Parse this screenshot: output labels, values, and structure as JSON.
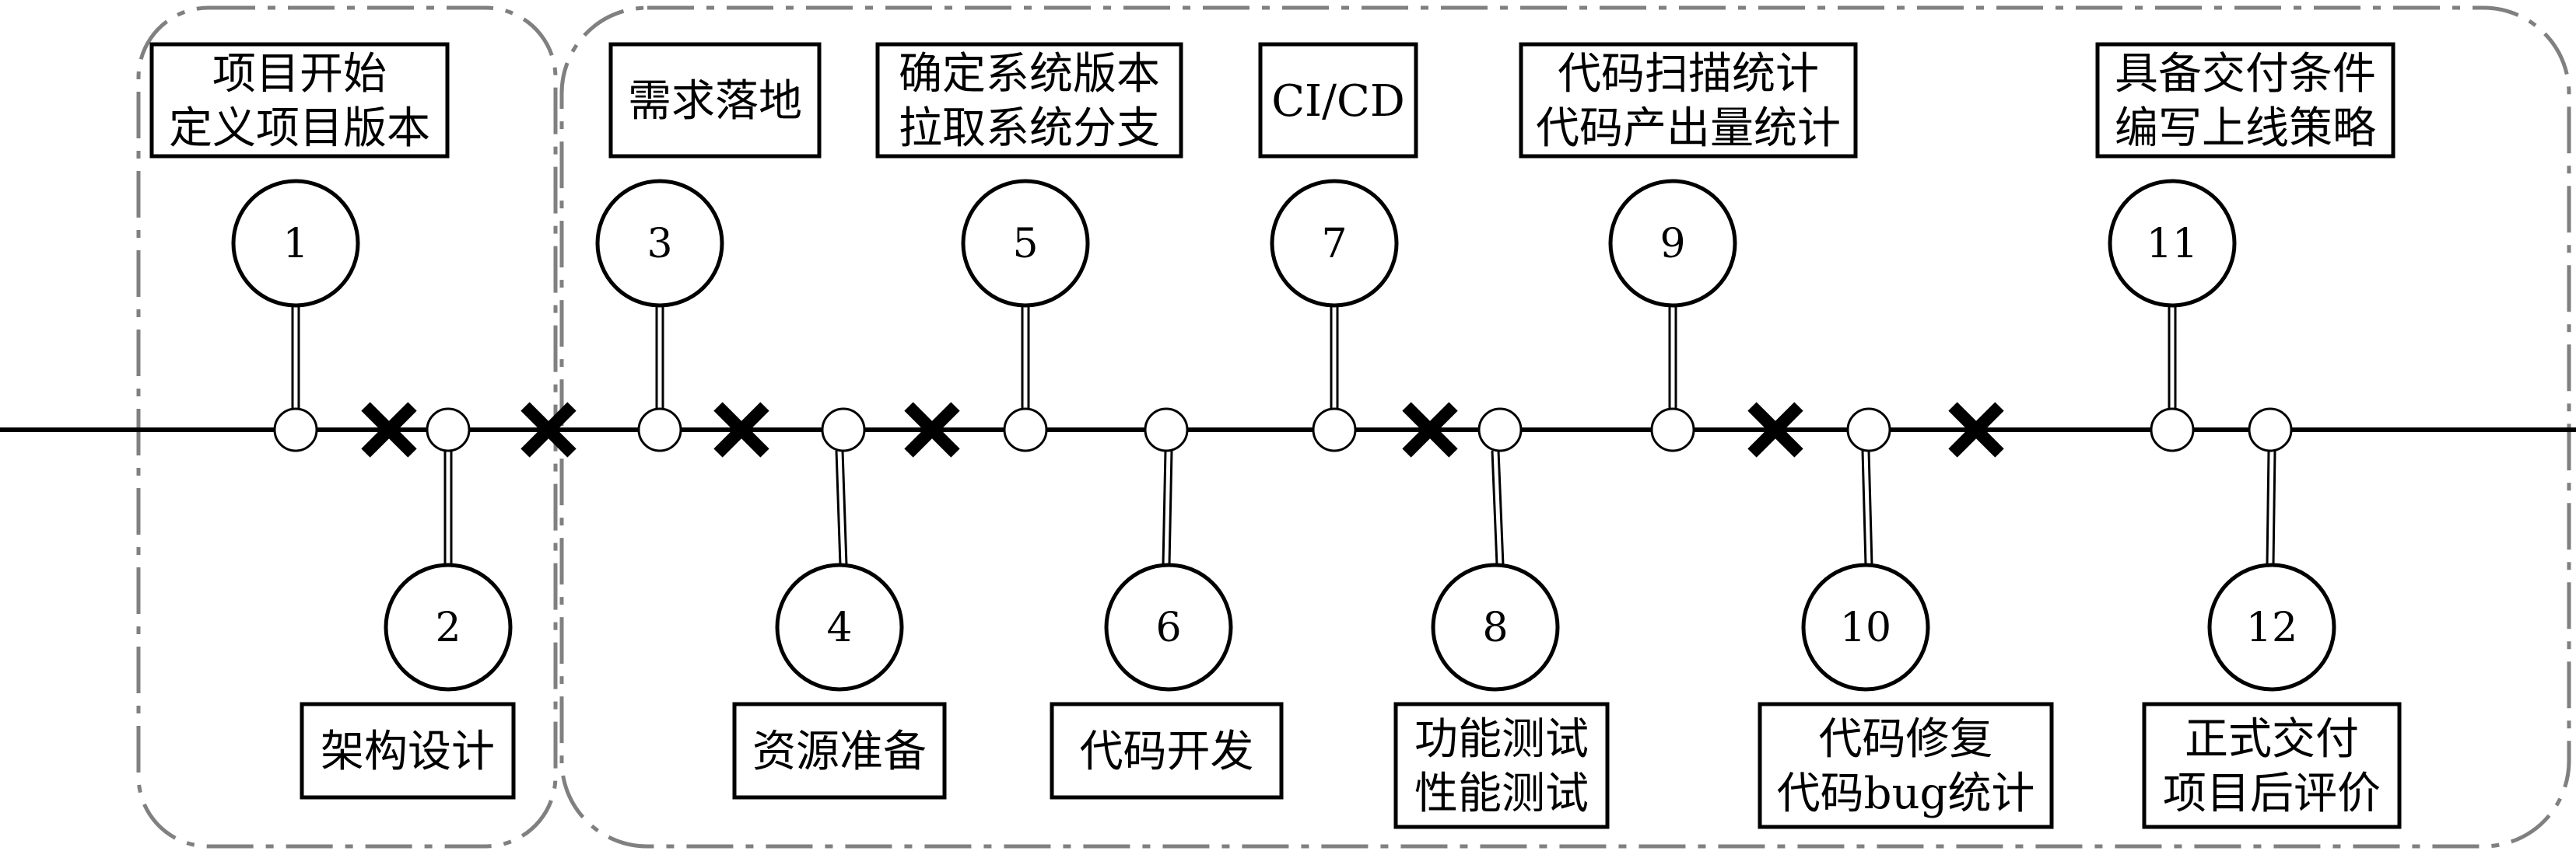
{
  "milestones": [
    {
      "num": "1",
      "lines": [
        "项目开始",
        "定义项目版本"
      ]
    },
    {
      "num": "2",
      "lines": [
        "架构设计"
      ]
    },
    {
      "num": "3",
      "lines": [
        "需求落地"
      ]
    },
    {
      "num": "4",
      "lines": [
        "资源准备"
      ]
    },
    {
      "num": "5",
      "lines": [
        "确定系统版本",
        "拉取系统分支"
      ]
    },
    {
      "num": "6",
      "lines": [
        "代码开发"
      ]
    },
    {
      "num": "7",
      "lines": [
        "CI/CD"
      ]
    },
    {
      "num": "8",
      "lines": [
        "功能测试",
        "性能测试"
      ]
    },
    {
      "num": "9",
      "lines": [
        "代码扫描统计",
        "代码产出量统计"
      ]
    },
    {
      "num": "10",
      "lines": [
        "代码修复",
        "代码bug统计"
      ]
    },
    {
      "num": "11",
      "lines": [
        "具备交付条件",
        "编写上线策略"
      ]
    },
    {
      "num": "12",
      "lines": [
        "正式交付",
        "项目后评价"
      ]
    }
  ],
  "cross_marker_count": 7,
  "colors": {
    "line": "#000000",
    "group_border": "#808080",
    "marker": "#000000",
    "background": "#ffffff"
  }
}
